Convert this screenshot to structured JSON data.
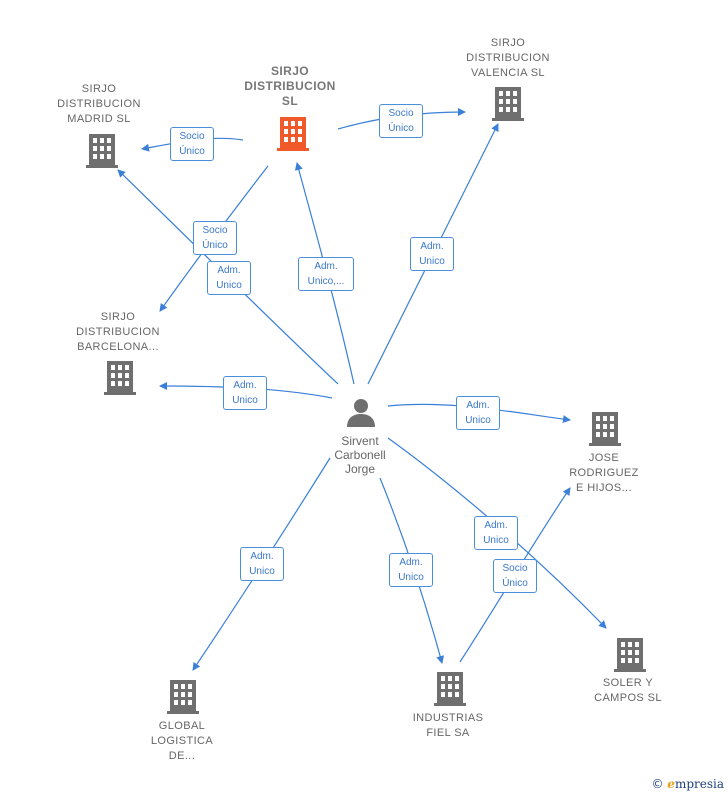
{
  "colors": {
    "edge": "#3a7fd8",
    "building": "#6f6f6f",
    "main_building": "#f05a2a",
    "person": "#6f6f6f"
  },
  "nodes": {
    "main": {
      "label": "SIRJO\nDISTRIBUCION\nSL",
      "icon": "building-icon"
    },
    "madrid": {
      "label": "SIRJO\nDISTRIBUCION\nMADRID  SL",
      "icon": "building-icon"
    },
    "valencia": {
      "label": "SIRJO\nDISTRIBUCION\nVALENCIA  SL",
      "icon": "building-icon"
    },
    "barcelona": {
      "label": "SIRJO\nDISTRIBUCION\nBARCELONA...",
      "icon": "building-icon"
    },
    "person": {
      "label": "Sirvent\nCarbonell\nJorge",
      "icon": "person-icon"
    },
    "jose": {
      "label": "JOSE\nRODRIGUEZ\nE HIJOS...",
      "icon": "building-icon"
    },
    "global": {
      "label": "GLOBAL\nLOGISTICA\nDE...",
      "icon": "building-icon"
    },
    "industrias": {
      "label": "INDUSTRIAS\nFIEL SA",
      "icon": "building-icon"
    },
    "soler": {
      "label": "SOLER Y\nCAMPOS  SL",
      "icon": "building-icon"
    }
  },
  "edges": {
    "main_madrid": "Socio\nÚnico",
    "main_valencia": "Socio\nÚnico",
    "main_barcelona": "Socio\nÚnico",
    "person_madrid": "Adm.\nUnico",
    "person_main": "Adm.\nUnico,...",
    "person_valencia": "Adm.\nUnico",
    "person_barcelona": "Adm.\nUnico",
    "person_jose": "Adm.\nUnico",
    "person_global": "Adm.\nUnico",
    "person_industrias": "Adm.\nUnico",
    "person_soler": "Adm.\nUnico",
    "industrias_jose": "Socio\nÚnico"
  },
  "footer": {
    "copyright": "©",
    "brand_e": "e",
    "brand_rest": "mpresia"
  }
}
